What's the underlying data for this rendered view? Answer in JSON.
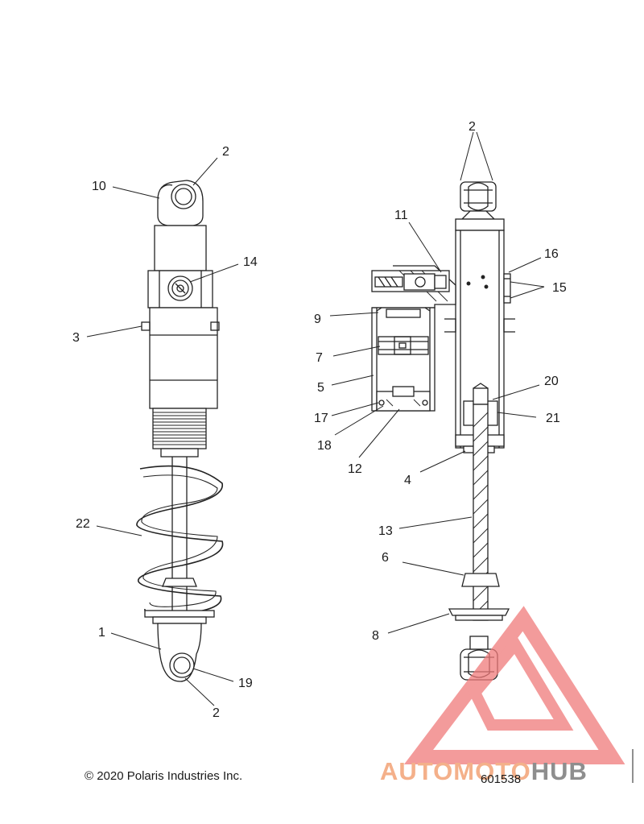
{
  "diagram": {
    "callouts": {
      "left": [
        "2",
        "10",
        "14",
        "3",
        "22",
        "1",
        "19",
        "2"
      ],
      "right": [
        "2",
        "11",
        "16",
        "15",
        "9",
        "7",
        "5",
        "17",
        "18",
        "12",
        "20",
        "21",
        "4",
        "13",
        "6",
        "8"
      ]
    }
  },
  "footer": {
    "copyright": "© 2020 Polaris Industries Inc.",
    "part_number": "601538"
  },
  "watermark": {
    "auto": "AUTO",
    "moto": "MOTO",
    "hub": "HUB",
    "colors": {
      "triangle": "#f07a7a",
      "auto": "#f4b08a",
      "hub": "#8e8e8e"
    }
  }
}
